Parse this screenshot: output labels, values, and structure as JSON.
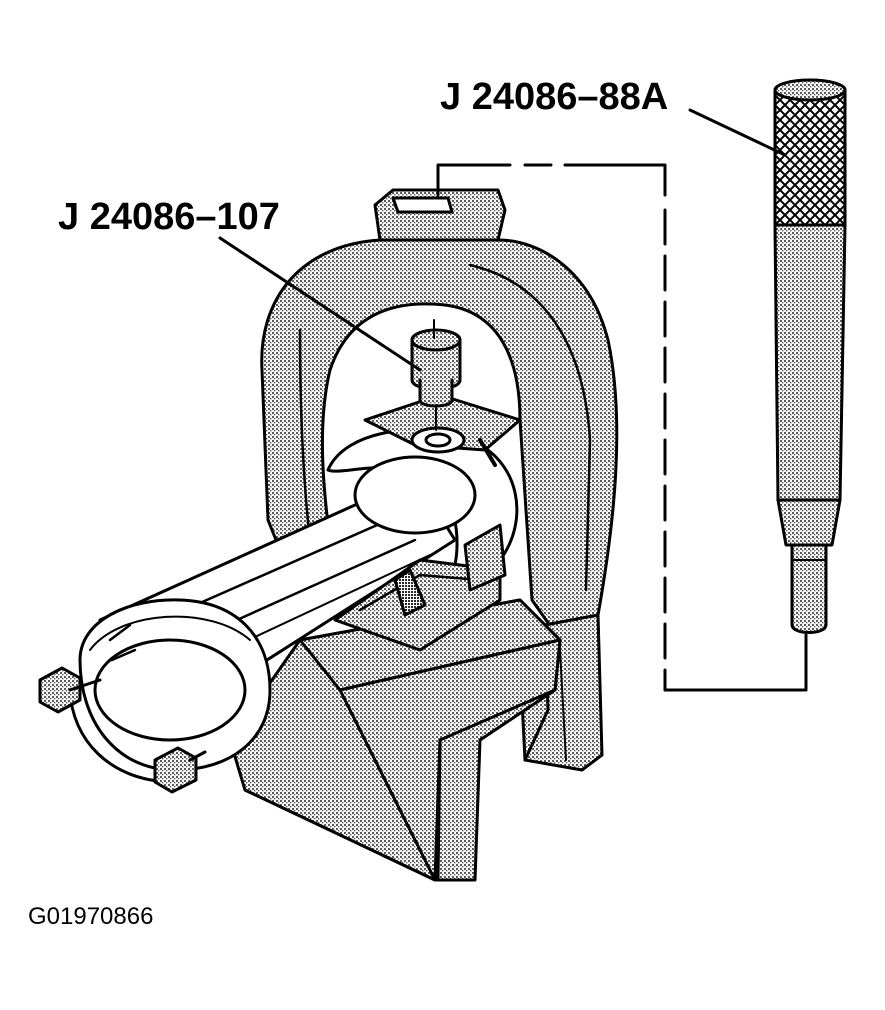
{
  "callouts": {
    "tool_a": "J 24086–88A",
    "tool_b": "J 24086–107"
  },
  "figure_code": "G01970866",
  "colors": {
    "ink": "#000000",
    "paper": "#ffffff",
    "stipple": "#7a7a7a"
  }
}
